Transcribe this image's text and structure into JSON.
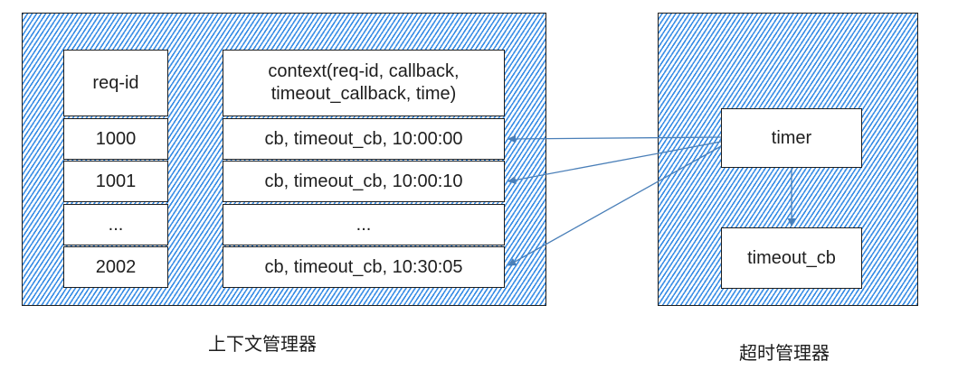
{
  "context_manager": {
    "label": "上下文管理器",
    "id_column": {
      "header": "req-id",
      "rows": [
        "1000",
        "1001",
        "...",
        "2002"
      ]
    },
    "context_column": {
      "header_line1": "context(req-id, callback,",
      "header_line2": "timeout_callback, time)",
      "rows": [
        "cb, timeout_cb, 10:00:00",
        "cb, timeout_cb, 10:00:10",
        "...",
        "cb, timeout_cb, 10:30:05"
      ]
    }
  },
  "timeout_manager": {
    "label": "超时管理器",
    "timer": "timer",
    "callback": "timeout_cb"
  },
  "colors": {
    "hatch": "#3a8ee6",
    "arrow": "#4a7fb8",
    "stroke": "#1e1e1e"
  }
}
